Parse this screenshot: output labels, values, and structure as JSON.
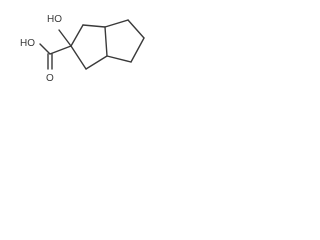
{
  "molecule": {
    "labels": {
      "hydroxyl": "HO",
      "acid_hydroxyl": "HO",
      "carbonyl_oxygen": "O"
    }
  }
}
